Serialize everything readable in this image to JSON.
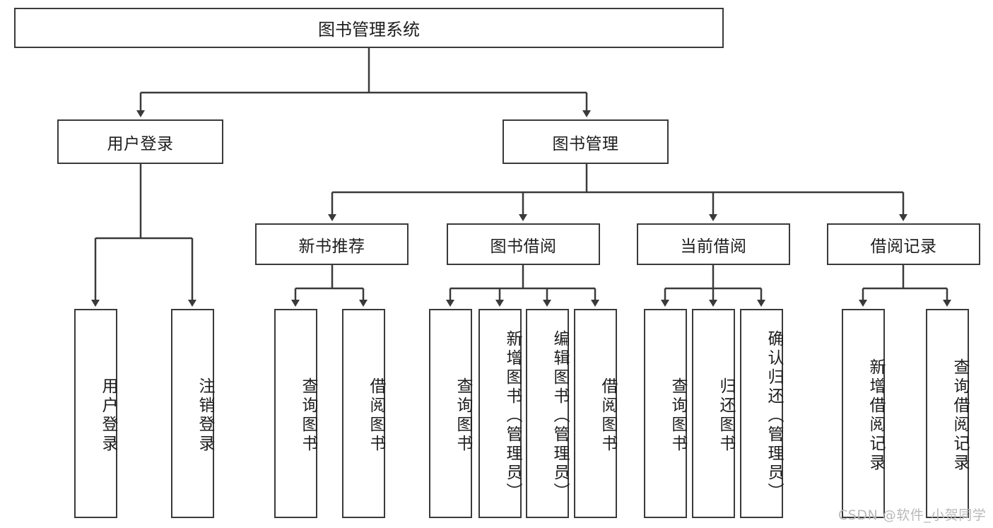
{
  "diagram": {
    "title": "图书管理系统",
    "type": "tree",
    "stroke_color": "#3a3a3a",
    "background_color": "#ffffff",
    "text_color": "#1d1d1d",
    "nodes": {
      "root": {
        "label": "图书管理系统"
      },
      "level2": [
        {
          "id": "user-login",
          "label": "用户登录"
        },
        {
          "id": "book-manage",
          "label": "图书管理"
        }
      ],
      "level3": [
        {
          "id": "new-book-recommend",
          "label": "新书推荐"
        },
        {
          "id": "book-borrow",
          "label": "图书借阅"
        },
        {
          "id": "current-borrow",
          "label": "当前借阅"
        },
        {
          "id": "borrow-record",
          "label": "借阅记录"
        }
      ],
      "leaves": {
        "user-login": [
          {
            "id": "leaf-user-login",
            "label": "用户登录"
          },
          {
            "id": "leaf-logout",
            "label": "注销登录"
          }
        ],
        "new-book-recommend": [
          {
            "id": "leaf-query-book-1",
            "label": "查询图书"
          },
          {
            "id": "leaf-borrow-book-1",
            "label": "借阅图书"
          }
        ],
        "book-borrow": [
          {
            "id": "leaf-query-book-2",
            "label": "查询图书"
          },
          {
            "id": "leaf-add-book",
            "label": "新增图书（管理员）"
          },
          {
            "id": "leaf-edit-book",
            "label": "编辑图书（管理员）"
          },
          {
            "id": "leaf-borrow-book-2",
            "label": "借阅图书"
          }
        ],
        "current-borrow": [
          {
            "id": "leaf-query-book-3",
            "label": "查询图书"
          },
          {
            "id": "leaf-return-book",
            "label": "归还图书"
          },
          {
            "id": "leaf-confirm-return",
            "label": "确认归还（管理员）"
          }
        ],
        "borrow-record": [
          {
            "id": "leaf-add-record",
            "label": "新增借阅记录"
          },
          {
            "id": "leaf-query-record",
            "label": "查询借阅记录"
          }
        ]
      }
    }
  },
  "watermark": {
    "text": "CSDN @软件_小贺同学"
  }
}
